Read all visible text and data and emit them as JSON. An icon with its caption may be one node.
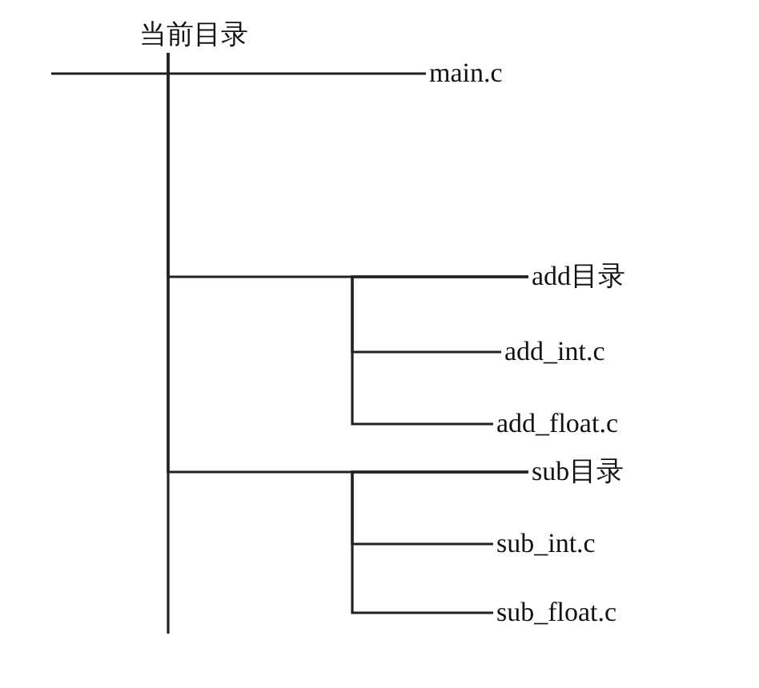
{
  "diagram": {
    "nodes": [
      {
        "text": [
          "当前目录"
        ]
      },
      {
        "text": [
          "main.c"
        ]
      },
      {
        "text": [
          "add目录"
        ]
      },
      {
        "text": [
          "add_int.c"
        ]
      },
      {
        "text": [
          "add_float.c"
        ]
      },
      {
        "text": [
          "sub目录"
        ]
      },
      {
        "text": [
          "sub_int.c"
        ]
      },
      {
        "text": [
          "sub_float.c"
        ]
      }
    ],
    "edges": [
      {
        "from": 0,
        "to": 1,
        "arrow": "none"
      },
      {
        "from": 0,
        "to": 2,
        "arrow": "none"
      },
      {
        "from": 2,
        "to": 3,
        "arrow": "none"
      },
      {
        "from": 2,
        "to": 4,
        "arrow": "none"
      },
      {
        "from": 0,
        "to": 5,
        "arrow": "none"
      },
      {
        "from": 5,
        "to": 6,
        "arrow": "none"
      },
      {
        "from": 5,
        "to": 7,
        "arrow": "none"
      }
    ]
  }
}
